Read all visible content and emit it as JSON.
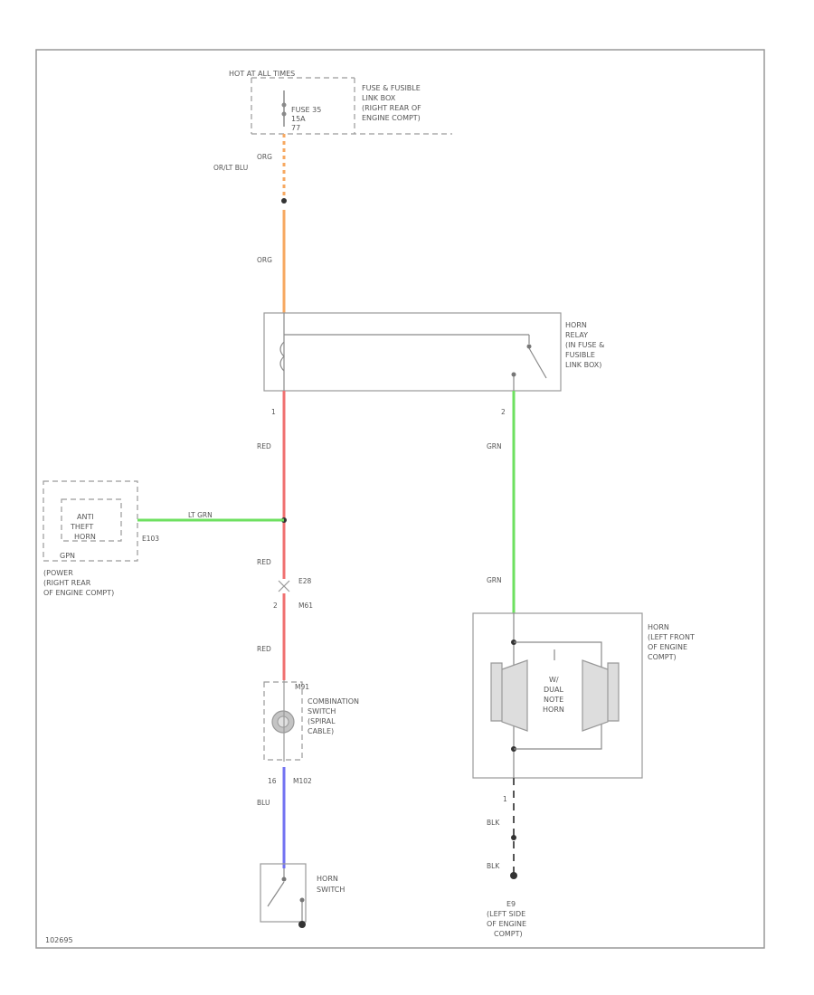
{
  "power": {
    "label": "HOT AT ALL TIMES"
  },
  "fuse_box": {
    "fuse": [
      "FUSE 35",
      "15A"
    ],
    "pin": "77",
    "label": [
      "FUSE & FUSIBLE",
      "LINK BOX",
      "(RIGHT REAR OF",
      "ENGINE COMPT)"
    ]
  },
  "wire_top": {
    "colors": [
      "ORG",
      "OR/LT BLU"
    ],
    "color2": "ORG"
  },
  "relay": {
    "label": [
      "HORN",
      "RELAY",
      "(IN FUSE &",
      "FUSIBLE",
      "LINK BOX)"
    ],
    "pin_left": "1",
    "pin_right": "2"
  },
  "wire_red": {
    "color": "RED"
  },
  "anti_theft": {
    "label": [
      "ANTI",
      "THEFT",
      "HORN"
    ],
    "pin": "E103",
    "relay_label": "LT GRN",
    "location": [
      "(POWER",
      "(RIGHT REAR",
      "OF ENGINE COMPT)"
    ],
    "pin_label": "GPN"
  },
  "connectors": {
    "e_conn": "E28",
    "m_conn": "M61",
    "pin": "2"
  },
  "combination_switch": {
    "label": [
      "COMBINATION",
      "SWITCH",
      "(SPIRAL",
      "CABLE)"
    ],
    "top_pin": "M91",
    "bottom_pin": "16",
    "bottom_conn": "M102"
  },
  "wire_blu": {
    "color": "BLU"
  },
  "horn_switch": {
    "label": [
      "HORN",
      "SWITCH"
    ]
  },
  "wire_grn": {
    "color": "GRN"
  },
  "horn": {
    "label": [
      "HORN",
      "(LEFT FRONT",
      "OF ENGINE",
      "COMPT)"
    ],
    "inner_label": [
      "W/",
      "DUAL",
      "NOTE",
      "HORN"
    ],
    "pin": "1"
  },
  "wire_blk": {
    "color": "BLK"
  },
  "ground": {
    "label": [
      "E9",
      "(LEFT SIDE",
      "OF ENGINE",
      "COMPT)"
    ]
  },
  "footer": {
    "id": "102695"
  },
  "colors": {
    "orange": "#f7a860",
    "red": "#f07070",
    "green": "#6ee060",
    "blue": "#7272f2",
    "border": "#9a9a9a"
  }
}
